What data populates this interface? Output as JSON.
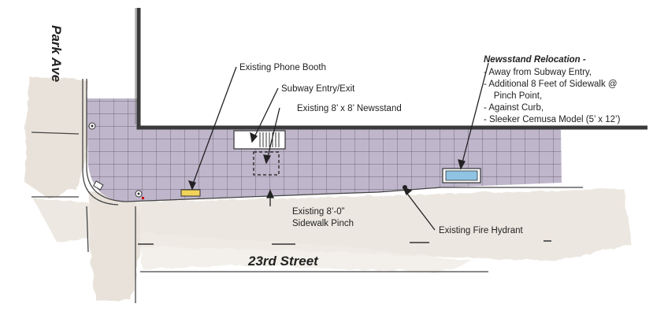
{
  "streets": {
    "north_south": "Park Ave",
    "east_west": "23rd Street"
  },
  "callouts": {
    "phone_booth": "Existing Phone Booth",
    "subway_entry": "Subway Entry/Exit",
    "newsstand": "Existing 8’ x 8’ Newsstand",
    "pinch_line1": "Existing 8’-0”",
    "pinch_line2": "Sidewalk Pinch",
    "fire_hydrant": "Existing Fire Hydrant"
  },
  "relocation": {
    "title": "Newsstand Relocation -",
    "items": [
      "-  Away from Subway Entry,",
      "-  Additional 8 Feet of Sidewalk @",
      "    Pinch Point,",
      "-  Against Curb,",
      "-  Sleeker Cemusa Model (5’ x 12’)"
    ]
  },
  "colors": {
    "sidewalk": "#bfb6cb",
    "sidewalk_grid": "#2e2b36",
    "road_wash": "#e6dfd6",
    "building_line": "#3a3a3a",
    "phone_booth": "#f2d35a",
    "new_newsstand": "#8ec3e3"
  }
}
